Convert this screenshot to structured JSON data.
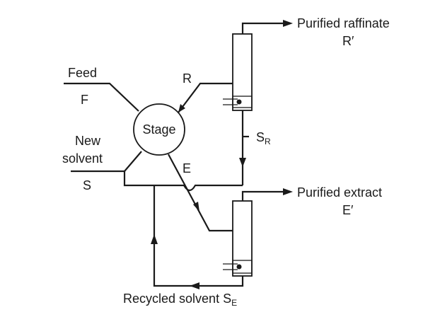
{
  "labels": {
    "feed": "Feed",
    "feed_symbol": "F",
    "new_solvent_line1": "New",
    "new_solvent_line2": "solvent",
    "new_solvent_symbol": "S",
    "stage": "Stage",
    "raffinate_stream": "R",
    "extract_stream": "E",
    "solvent_from_raffinate": "S",
    "solvent_from_raffinate_sub": "R",
    "purified_raffinate": "Purified raffinate",
    "purified_raffinate_symbol": "R′",
    "purified_extract": "Purified extract",
    "purified_extract_symbol": "E′",
    "recycled_solvent": "Recycled solvent S",
    "recycled_solvent_sub": "E"
  }
}
